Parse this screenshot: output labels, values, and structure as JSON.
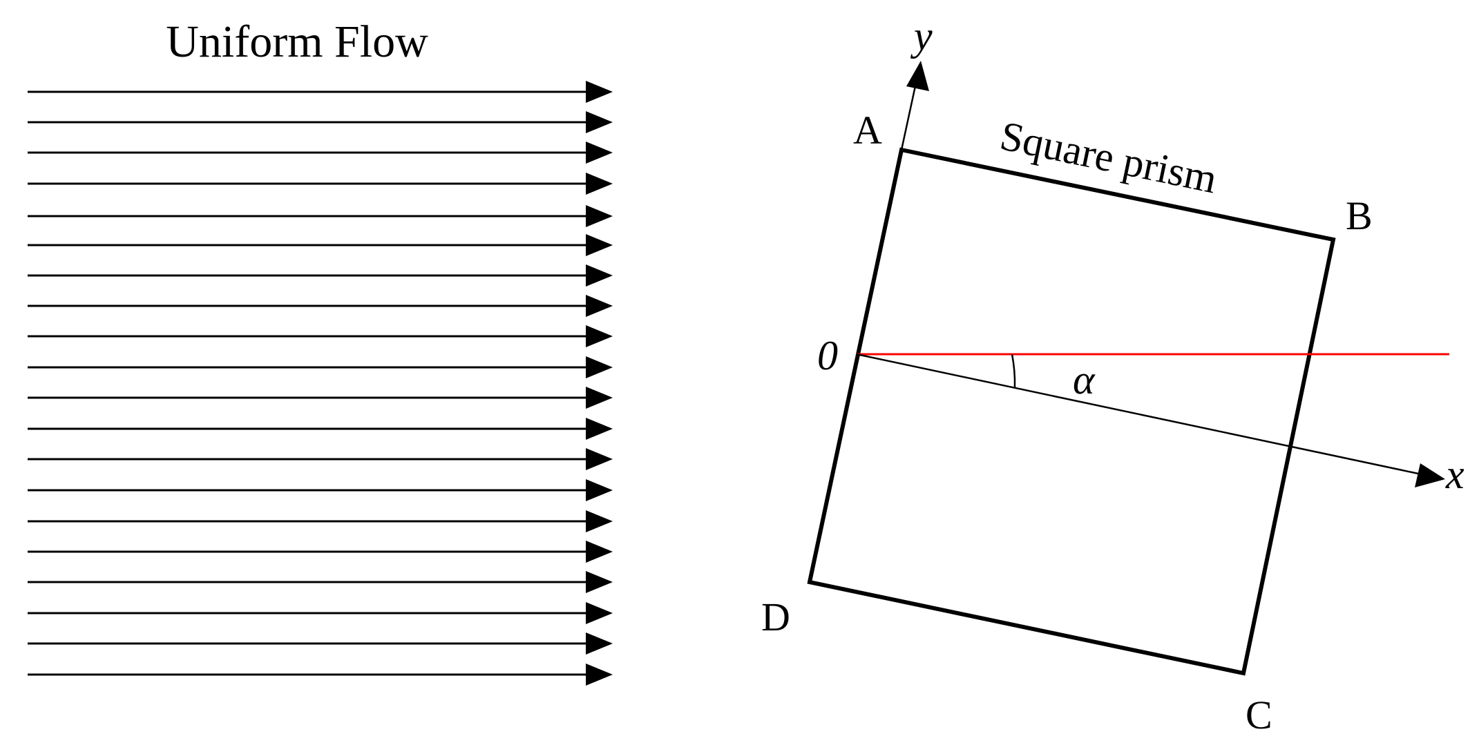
{
  "flow": {
    "title": "Uniform Flow"
  },
  "prism": {
    "label": "Square prism",
    "vertices": {
      "A": "A",
      "B": "B",
      "C": "C",
      "D": "D"
    },
    "origin": "0"
  },
  "axes": {
    "x": "x",
    "y": "y",
    "angle": "α"
  },
  "colors": {
    "stroke": "#000000",
    "reference_line": "#ff0000",
    "background": "#ffffff"
  }
}
